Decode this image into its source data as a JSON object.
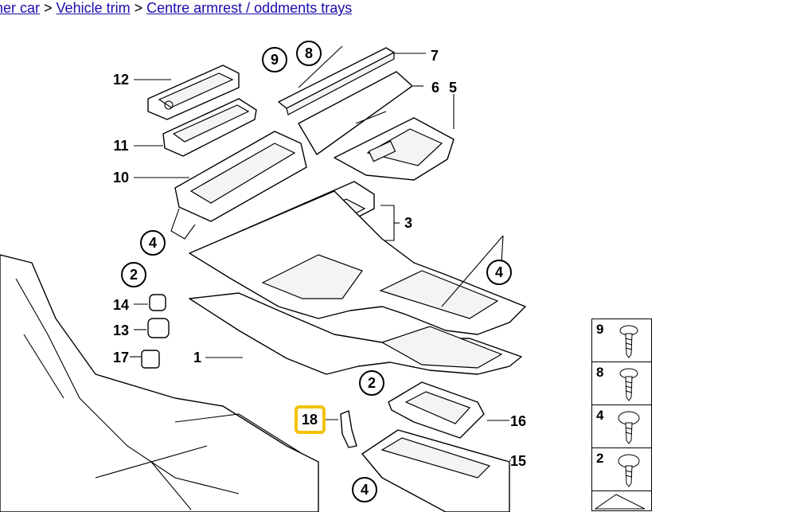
{
  "breadcrumb": [
    {
      "label": "her car",
      "link": true
    },
    {
      "label": "Vehicle trim",
      "link": true
    },
    {
      "label": "Centre armrest / oddments trays",
      "link": true
    }
  ],
  "separator": ">",
  "callouts": {
    "c9": "9",
    "c8": "8",
    "c7": "7",
    "c6": "6",
    "c5": "5",
    "c12": "12",
    "c11": "11",
    "c10": "10",
    "c3": "3",
    "c4a": "4",
    "c2a": "2",
    "c4b": "4",
    "c14": "14",
    "c13": "13",
    "c17": "17",
    "c1": "1",
    "c2b": "2",
    "c18": "18",
    "c16": "16",
    "c15": "15",
    "c4c": "4"
  },
  "highlight_color": "#f2c200",
  "legend": [
    "9",
    "8",
    "4",
    "2"
  ]
}
